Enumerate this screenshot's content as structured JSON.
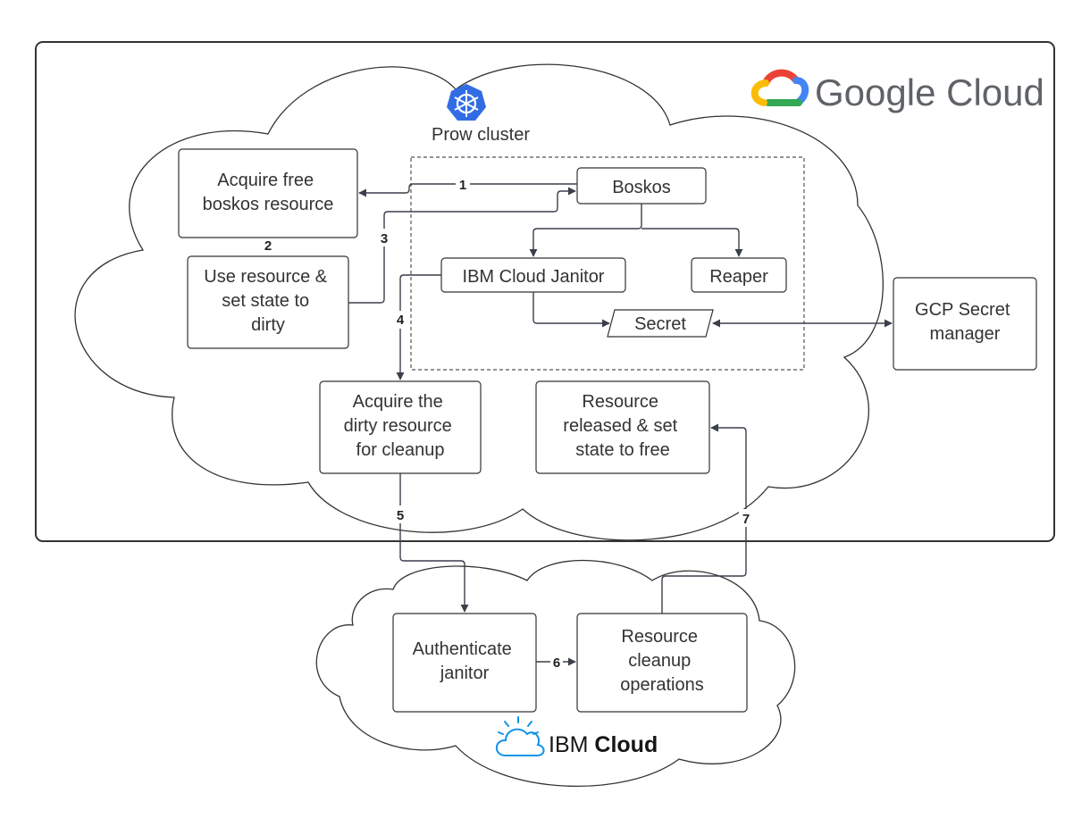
{
  "gcp": {
    "label_google": "Google",
    "label_cloud": "Cloud"
  },
  "prow": {
    "title": "Prow cluster"
  },
  "nodes": {
    "acquire_free": [
      "Acquire free",
      "boskos resource"
    ],
    "use_resource": [
      "Use resource &",
      "set state to",
      "dirty"
    ],
    "boskos": [
      "Boskos"
    ],
    "janitor": [
      "IBM Cloud Janitor"
    ],
    "reaper": [
      "Reaper"
    ],
    "secret": [
      "Secret"
    ],
    "gcp_secret": [
      "GCP Secret",
      "manager"
    ],
    "acquire_dirty": [
      "Acquire the",
      "dirty resource",
      "for cleanup"
    ],
    "released": [
      "Resource",
      "released & set",
      "state to free"
    ],
    "authenticate": [
      "Authenticate",
      "janitor"
    ],
    "cleanup_ops": [
      "Resource",
      "cleanup",
      "operations"
    ]
  },
  "steps": {
    "s1": "1",
    "s2": "2",
    "s3": "3",
    "s4": "4",
    "s5": "5",
    "s6": "6",
    "s7": "7"
  },
  "ibm": {
    "label_ibm": "IBM",
    "label_cloud": "Cloud"
  },
  "colors": {
    "google_blue": "#4285F4",
    "google_red": "#EA4335",
    "google_yellow": "#FBBC04",
    "google_green": "#34A853",
    "k8s_blue": "#326CE5",
    "ibm_blue": "#1192E8",
    "stroke": "#333333",
    "arrow": "#3A3F4A"
  }
}
